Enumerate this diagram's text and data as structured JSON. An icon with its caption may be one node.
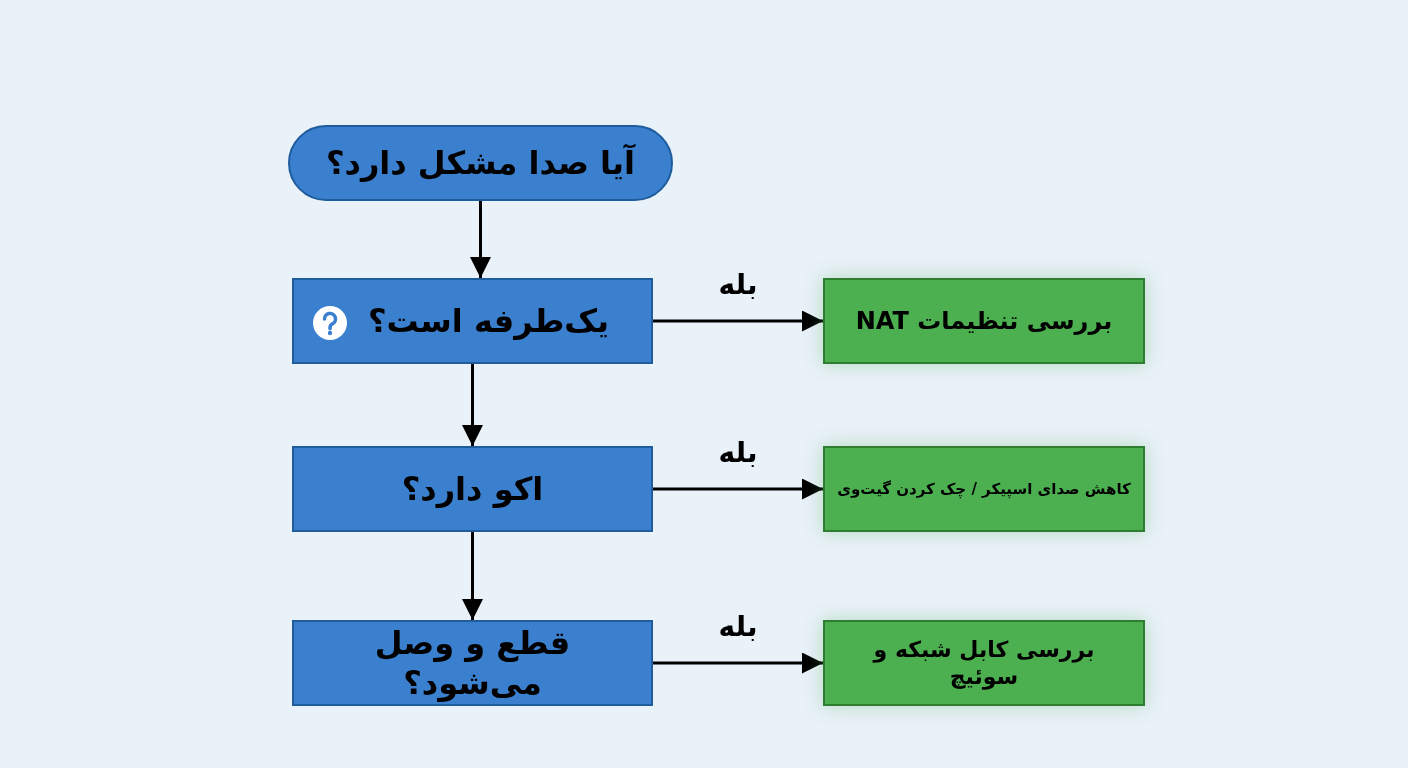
{
  "diagram": {
    "nodes": [
      {
        "text": [
          "آیا صدا مشکل دارد؟"
        ]
      },
      {
        "text": [
          "یک‌طرفه است؟"
        ]
      },
      {
        "text": [
          "بررسی تنظیمات NAT"
        ]
      },
      {
        "text": [
          "اکو دارد؟"
        ]
      },
      {
        "text": [
          "کاهش صدای اسپیکر / چک کردن گیت‌وی"
        ]
      },
      {
        "text": [
          "قطع و وصل می‌شود؟"
        ]
      },
      {
        "text": [
          "بررسی کابل شبکه و سوئیچ"
        ]
      }
    ],
    "edges": [
      {
        "from": 0,
        "to": 1,
        "arrow": "to"
      },
      {
        "from": 1,
        "to": 2,
        "arrow": "to",
        "label": "بله"
      },
      {
        "from": 1,
        "to": 3,
        "arrow": "to"
      },
      {
        "from": 3,
        "to": 4,
        "arrow": "to",
        "label": "بله"
      },
      {
        "from": 3,
        "to": 5,
        "arrow": "to"
      },
      {
        "from": 5,
        "to": 6,
        "arrow": "to",
        "label": "بله"
      }
    ]
  }
}
